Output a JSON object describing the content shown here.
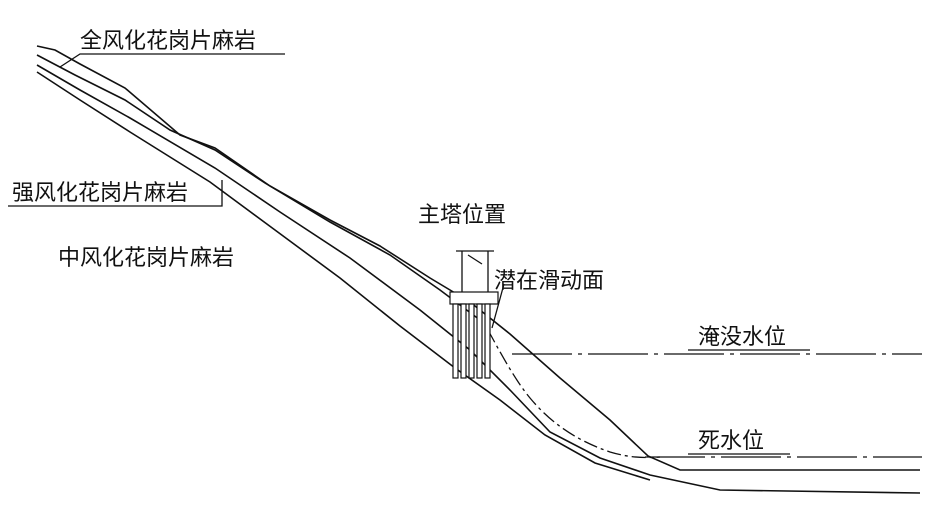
{
  "labels": {
    "fully_weathered": "全风化花岗片麻岩",
    "strongly_weathered": "强风化花岗片麻岩",
    "moderately_weathered": "中风化花岗片麻岩",
    "main_tower_position": "主塔位置",
    "potential_slip_surface": "潜在滑动面",
    "submerged_water_level": "淹没水位",
    "dead_water_level": "死水位"
  },
  "colors": {
    "line": "#111111",
    "background": "#ffffff"
  }
}
